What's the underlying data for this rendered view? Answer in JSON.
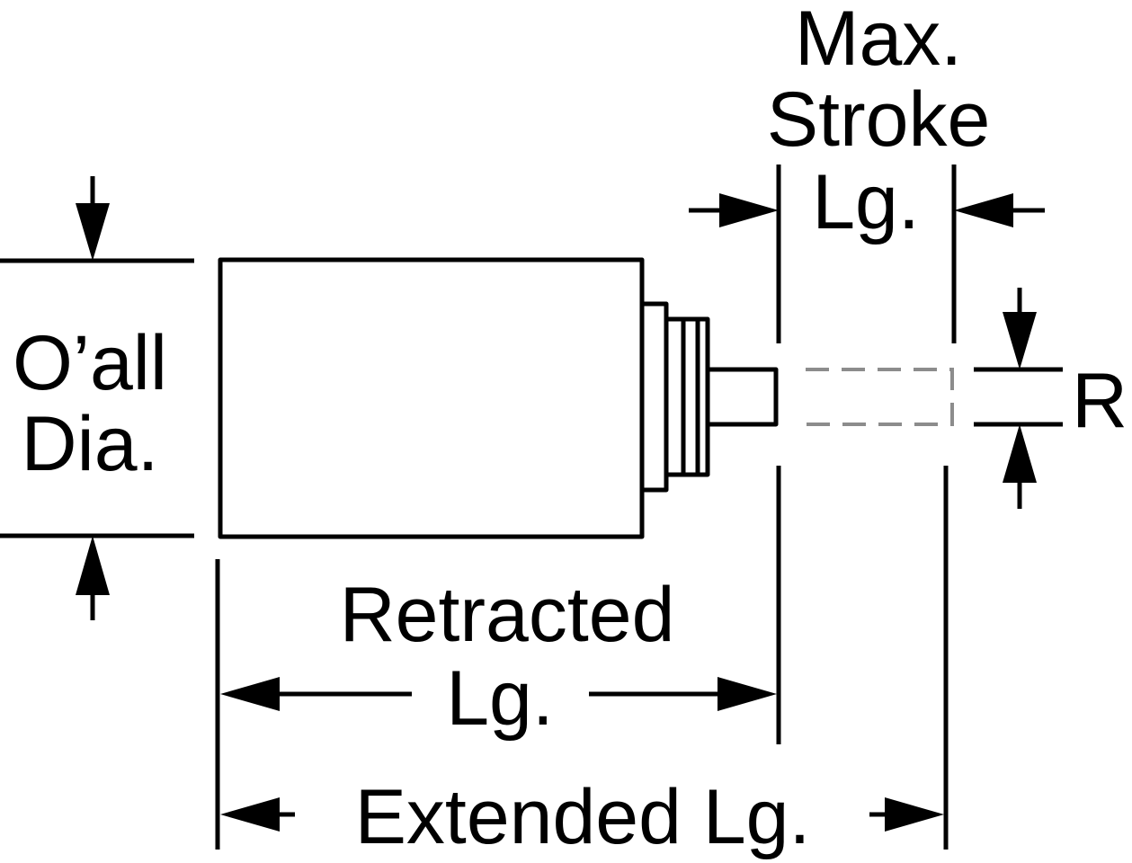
{
  "diagram": {
    "labels": {
      "overall_dia_line1": "O’all",
      "overall_dia_line2": "Dia.",
      "max_stroke_line1": "Max.",
      "max_stroke_line2": "Stroke",
      "max_stroke_line3": "Lg.",
      "retracted_line1": "Retracted",
      "retracted_line2": "Lg.",
      "extended": "Extended Lg.",
      "rod_dim": "R"
    },
    "colors": {
      "line": "#000000",
      "extended_rod_dashed": "#8c8c8c",
      "background": "#ffffff"
    }
  }
}
